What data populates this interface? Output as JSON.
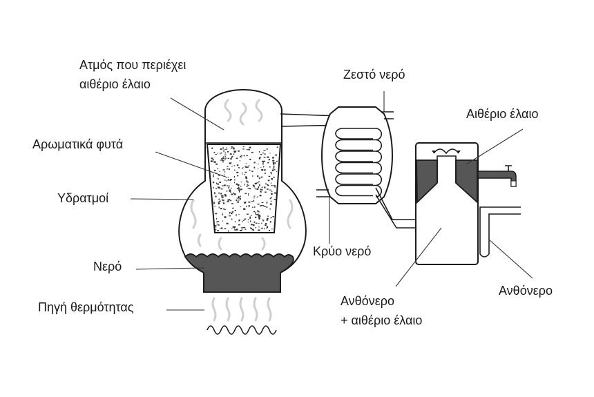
{
  "diagram": {
    "type": "steam distillation apparatus",
    "colors": {
      "water": "#565656",
      "oil": "#565656",
      "steam": "#cfcfcf"
    },
    "labels": {
      "steam_line1": "Ατμός που περιέχει",
      "steam_line2": "αιθέριο έλαιο",
      "plants": "Αρωματικά φυτά",
      "vapour": "Υδρατμοί",
      "water": "Νερό",
      "heat": "Πηγή θερμότητας",
      "hot_water": "Ζεστό νερό",
      "cold_water": "Κρύο νερό",
      "essential_oil": "Αιθέριο έλαιο",
      "mix_line1": "Ανθόνερο",
      "mix_line2": "+ αιθέριο έλαιο",
      "hydrosol": "Ανθόνερο"
    }
  }
}
